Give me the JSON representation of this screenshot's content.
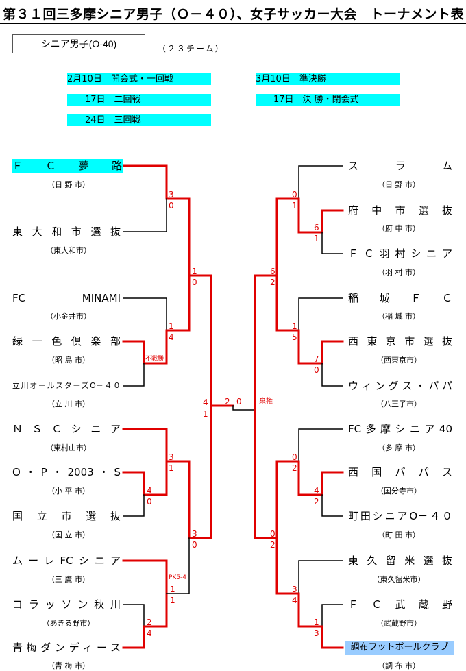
{
  "title": "第３１回三多摩シニア男子（Ｏ－４０）、女子サッカー大会　トーナメント表",
  "division": "シニア男子(O-40)",
  "team_count": "（２３チーム）",
  "schedule": {
    "r1": "2月10日　開会式・一回戦",
    "r2": "　　17日　二回戦",
    "r3": "　　24日　三回戦",
    "sf": "3月10日　準決勝",
    "f": "　　17日　決 勝・閉会式"
  },
  "left_teams": [
    {
      "name": "ＦＣ夢路",
      "city": "（日 野 市）"
    },
    {
      "name": "東大和市選抜",
      "city": "（東大和市）"
    },
    {
      "name": "FC MINAMI",
      "city": "（小金井市）"
    },
    {
      "name": "緑一色倶楽部",
      "city": "（昭 島 市）"
    },
    {
      "name": "立川オールスターズO－４０",
      "city": "（立 川 市）"
    },
    {
      "name": "ＮＳＣシニア",
      "city": "（東村山市）"
    },
    {
      "name": "O・P・2003・S",
      "city": "（小 平 市）"
    },
    {
      "name": "国立市選抜",
      "city": "（国 立 市）"
    },
    {
      "name": "ムーレFCシニア",
      "city": "（三 鷹 市）"
    },
    {
      "name": "コラッソン秋川",
      "city": "（あきる野市）"
    },
    {
      "name": "青梅ダンディース",
      "city": "（青 梅 市）"
    }
  ],
  "right_teams": [
    {
      "name": "スラム",
      "city": "（日 野 市）"
    },
    {
      "name": "府中市選抜",
      "city": "（府 中 市）"
    },
    {
      "name": "ＦＣ羽村シニア",
      "city": "（羽 村 市）"
    },
    {
      "name": "稲城ＦＣ",
      "city": "（稲 城 市）"
    },
    {
      "name": "西東京市選抜",
      "city": "（西東京市）"
    },
    {
      "name": "ウィングス・パパ",
      "city": "（八王子市）"
    },
    {
      "name": "FC多摩シニア40",
      "city": "（多 摩 市）"
    },
    {
      "name": "西国パパス",
      "city": "（国分寺市）"
    },
    {
      "name": "町田シニアO－４０",
      "city": "（町 田 市）"
    },
    {
      "name": "東久留米選抜",
      "city": "（東久留米市）"
    },
    {
      "name": "ＦＣ武蔵野",
      "city": "（武蔵野市）"
    },
    {
      "name": "調布フットボールクラブ",
      "city": "（調 布 市）"
    }
  ],
  "scores": {
    "l_a_top": "3",
    "l_a_bot": "0",
    "l_b_top": "1",
    "l_b_bot": "4",
    "l_c_top": "1",
    "l_c_bot": "0",
    "l_d_top": "3",
    "l_d_bot": "1",
    "l_e_top": "4",
    "l_e_bot": "0",
    "l_f_top": "3",
    "l_f_bot": "0",
    "l_g_top": "1",
    "l_g_bot": "1",
    "l_h_top": "2",
    "l_h_bot": "4",
    "l_sf_top": "4",
    "l_sf_bot": "1",
    "final_left": "2",
    "final_right": "0",
    "r_a_top": "0",
    "r_a_bot": "1",
    "r_b_top": "6",
    "r_b_bot": "1",
    "r_c_top": "6",
    "r_c_bot": "2",
    "r_d_top": "1",
    "r_d_bot": "5",
    "r_e_top": "7",
    "r_e_bot": "0",
    "r_f_top": "0",
    "r_f_bot": "2",
    "r_g_top": "4",
    "r_g_bot": "2",
    "r_h_top": "0",
    "r_h_bot": "2",
    "r_i_top": "3",
    "r_i_bot": "4",
    "r_j_top": "1",
    "r_j_bot": "3"
  },
  "notes": {
    "forfeit_win": "不戦勝",
    "pk": "PK5-4",
    "withdrawn": "棄権"
  },
  "colors": {
    "winner_line": "#e00000",
    "loser_line": "#000000",
    "highlight_cyan": "#00ffff",
    "highlight_blue": "#99ccff"
  }
}
